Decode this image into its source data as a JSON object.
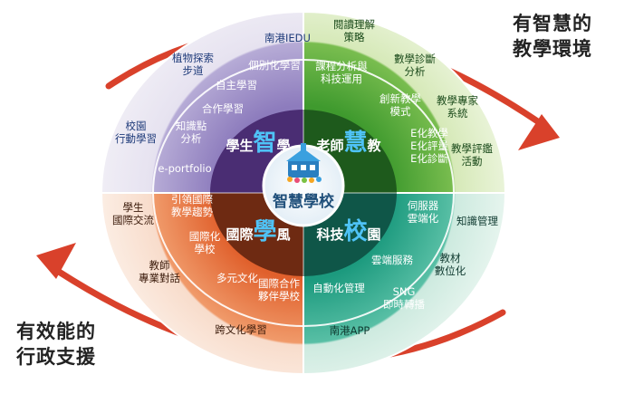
{
  "center": {
    "label": "智慧學校"
  },
  "side_captions": {
    "top_right": [
      "有智慧的",
      "教學環境"
    ],
    "bottom_left": [
      "有效能的",
      "行政支援"
    ]
  },
  "quadrants": {
    "top_left": {
      "title_pre": "學生",
      "title_big": "智",
      "title_post": "學",
      "outer_items": [
        "南港IEDU",
        "植物探索\n步道",
        "校園\n行動學習"
      ],
      "middle_items": [
        "個別化學習",
        "自主學習",
        "合作學習",
        "知識點\n分析",
        "e-portfolio"
      ]
    },
    "top_right": {
      "title_pre": "老師",
      "title_big": "慧",
      "title_post": "教",
      "outer_items": [
        "閱讀理解\n策略",
        "數學診斷\n分析",
        "教學專家\n系統",
        "教學評鑑\n活動"
      ],
      "middle_items": [
        "課程分析與\n科技運用",
        "創新教學\n模式",
        "E化教學\nE化評量\nE化診斷"
      ]
    },
    "bottom_left": {
      "title_pre": "國際",
      "title_big": "學",
      "title_post": "風",
      "outer_items": [
        "學生\n國際交流",
        "教師\n專業對話",
        "跨文化學習"
      ],
      "middle_items": [
        "引領國際\n教學趨勢",
        "國際化\n學校",
        "多元文化",
        "國際合作\n夥伴學校"
      ]
    },
    "bottom_right": {
      "title_pre": "科技",
      "title_big": "校",
      "title_post": "園",
      "outer_items": [
        "知識管理",
        "教材\n數位化",
        "南港APP"
      ],
      "middle_items": [
        "伺服器\n雲端化",
        "雲端服務",
        "自動化管理",
        "SNG\n即時轉播"
      ]
    }
  },
  "colors": {
    "arrow": "#d9412b",
    "tl_outer": "#e4e0ee",
    "tl_mid": "#9c8ec6",
    "tl_inner": "#4a2d73",
    "tr_outer": "#d3e6b4",
    "tr_mid": "#5aa63a",
    "tr_inner": "#1f5a1f",
    "bl_outer": "#f7d9c6",
    "bl_mid": "#e8703c",
    "bl_inner": "#6e2a12",
    "br_outer": "#c8e8dc",
    "br_mid": "#2aa68a",
    "br_inner": "#0f5a4c",
    "title_accent": "#1aa7d8"
  }
}
